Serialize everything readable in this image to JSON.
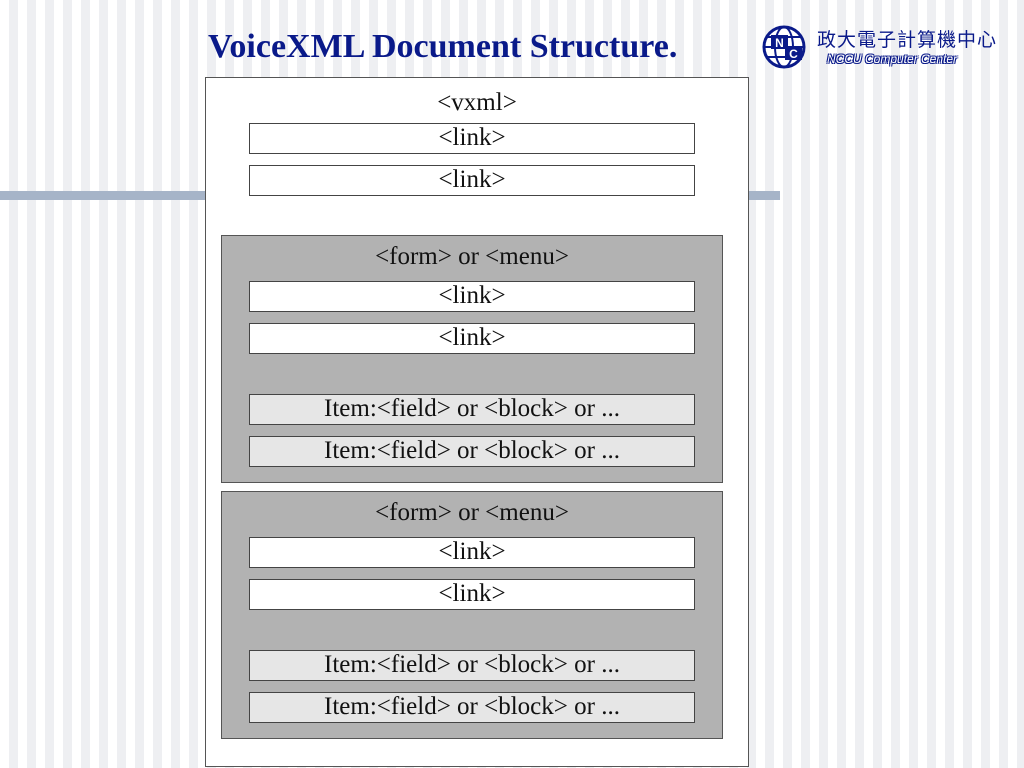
{
  "title": "VoiceXML Document Structure.",
  "logo": {
    "mark": "NCCU",
    "chinese_name": "政大電子計算機中心",
    "english_name": "NCCU Computer Center"
  },
  "diagram": {
    "root_label": "<vxml>",
    "root_links": [
      "<link>",
      "<link>"
    ],
    "sections": [
      {
        "label": "<form> or <menu>",
        "links": [
          "<link>",
          "<link>"
        ],
        "items": [
          "Item:<field> or <block> or ...",
          "Item:<field> or <block> or ..."
        ]
      },
      {
        "label": "<form> or <menu>",
        "links": [
          "<link>",
          "<link>"
        ],
        "items": [
          "Item:<field> or <block> or ...",
          "Item:<field> or <block> or ..."
        ]
      }
    ]
  },
  "colors": {
    "title": "#0a1a8a",
    "section_fill": "#b2b2b2",
    "item_fill": "#e6e6e6",
    "accent_bar": "#a6b4c8"
  }
}
